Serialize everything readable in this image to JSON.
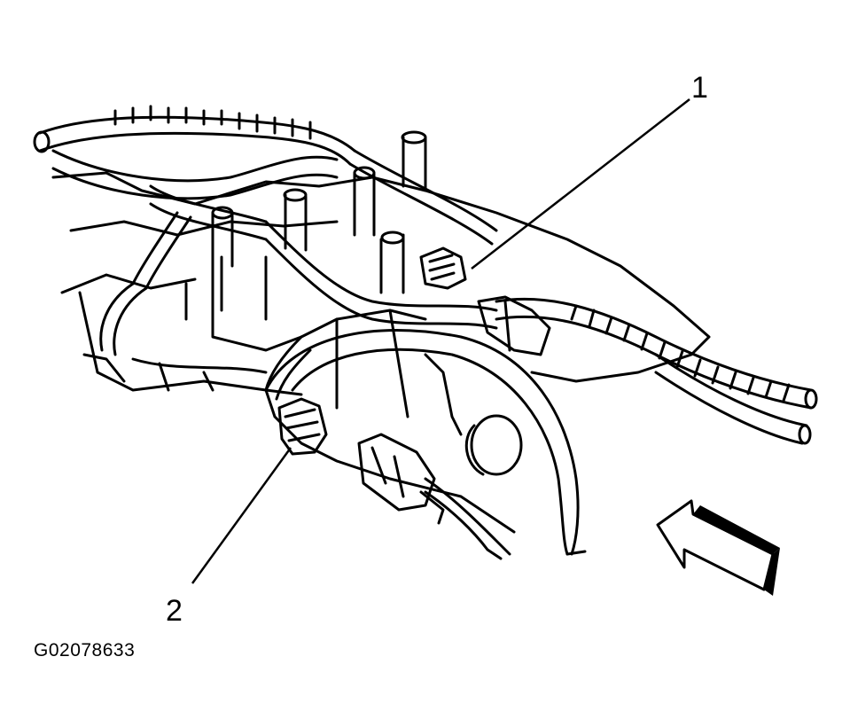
{
  "figure_id": "G02078633",
  "callouts": [
    {
      "number": "1"
    },
    {
      "number": "2"
    }
  ],
  "colors": {
    "ink": "#000000",
    "paper": "#ffffff"
  },
  "icons": [
    "view-direction-arrow-icon"
  ]
}
